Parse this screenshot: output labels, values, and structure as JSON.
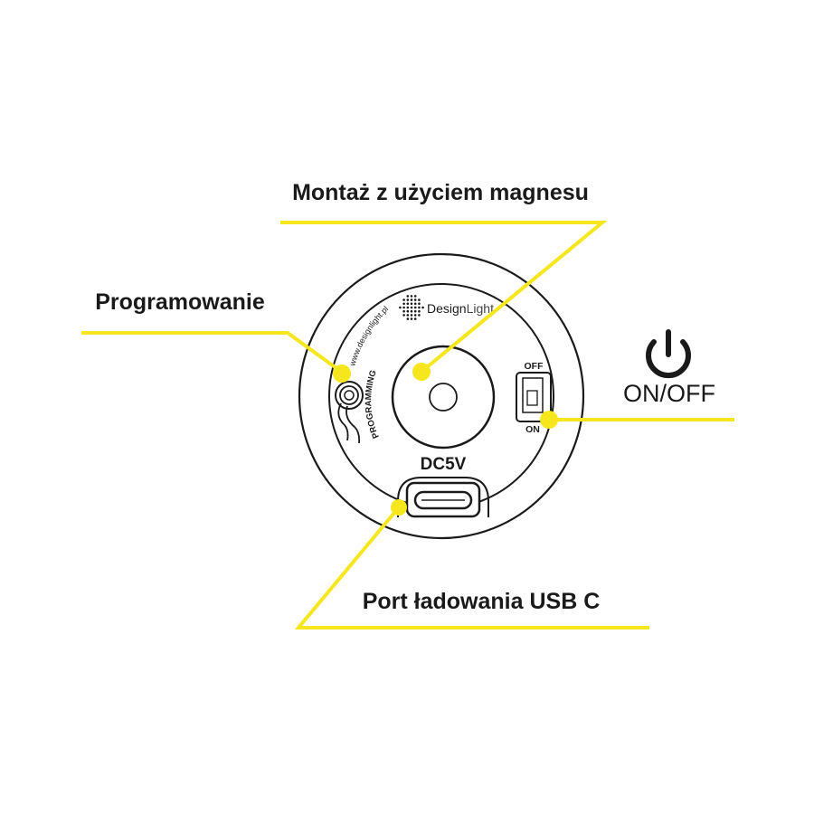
{
  "callouts": {
    "magnet": "Montaż z użyciem magnesu",
    "programming": "Programowanie",
    "onoff": "ON/OFF",
    "usb": "Port ładowania USB C"
  },
  "device": {
    "brand_prefix": "Design",
    "brand_suffix": "Light",
    "website": "www.designlight.pl",
    "programming_label": "PROGRAMMING",
    "switch_off": "OFF",
    "switch_on": "ON",
    "port_label": "DC5V"
  },
  "icons": {
    "power": "power-icon",
    "brand": "dot-grid-logo-icon"
  },
  "colors": {
    "leader": "#f5e61e",
    "ink": "#1a1a1a",
    "background": "#ffffff"
  }
}
